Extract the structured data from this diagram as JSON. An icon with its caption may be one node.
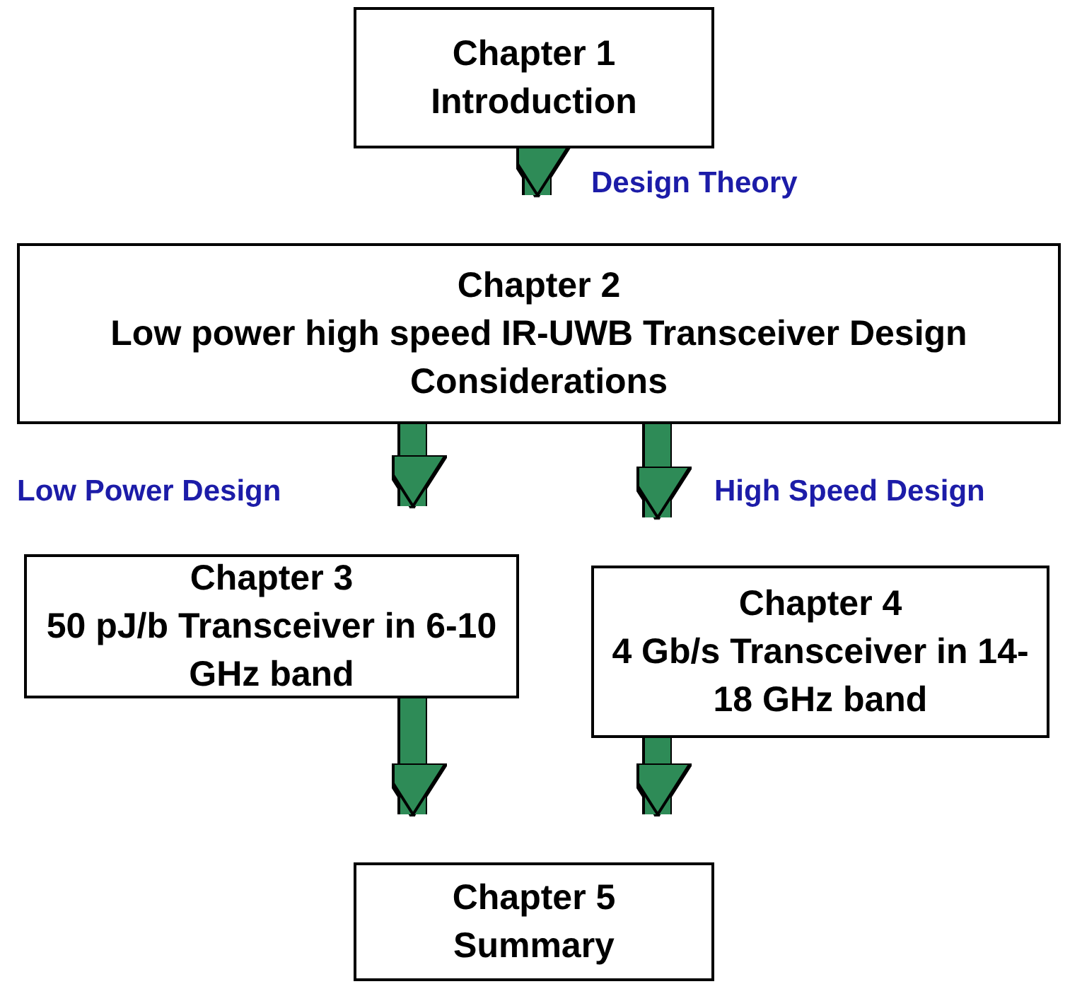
{
  "diagram": {
    "nodes": [
      {
        "text": [
          "Chapter 1",
          "Introduction"
        ]
      },
      {
        "text": [
          "Chapter 2",
          "Low power high speed IR-UWB Transceiver Design Considerations"
        ]
      },
      {
        "text": [
          "Chapter 3",
          "50 pJ/b Transceiver in 6-10 GHz band"
        ]
      },
      {
        "text": [
          "Chapter 4",
          "4 Gb/s Transceiver in 14-18 GHz band"
        ]
      },
      {
        "text": [
          "Chapter 5",
          "Summary"
        ]
      }
    ],
    "edges": [
      {
        "from": 0,
        "to": 1,
        "arrow": "to",
        "label": "Design Theory"
      },
      {
        "from": 1,
        "to": 2,
        "arrow": "to",
        "label": "Low Power Design"
      },
      {
        "from": 1,
        "to": 3,
        "arrow": "to",
        "label": "High Speed Design"
      },
      {
        "from": 2,
        "to": 4,
        "arrow": "to"
      },
      {
        "from": 3,
        "to": 4,
        "arrow": "to"
      }
    ]
  }
}
